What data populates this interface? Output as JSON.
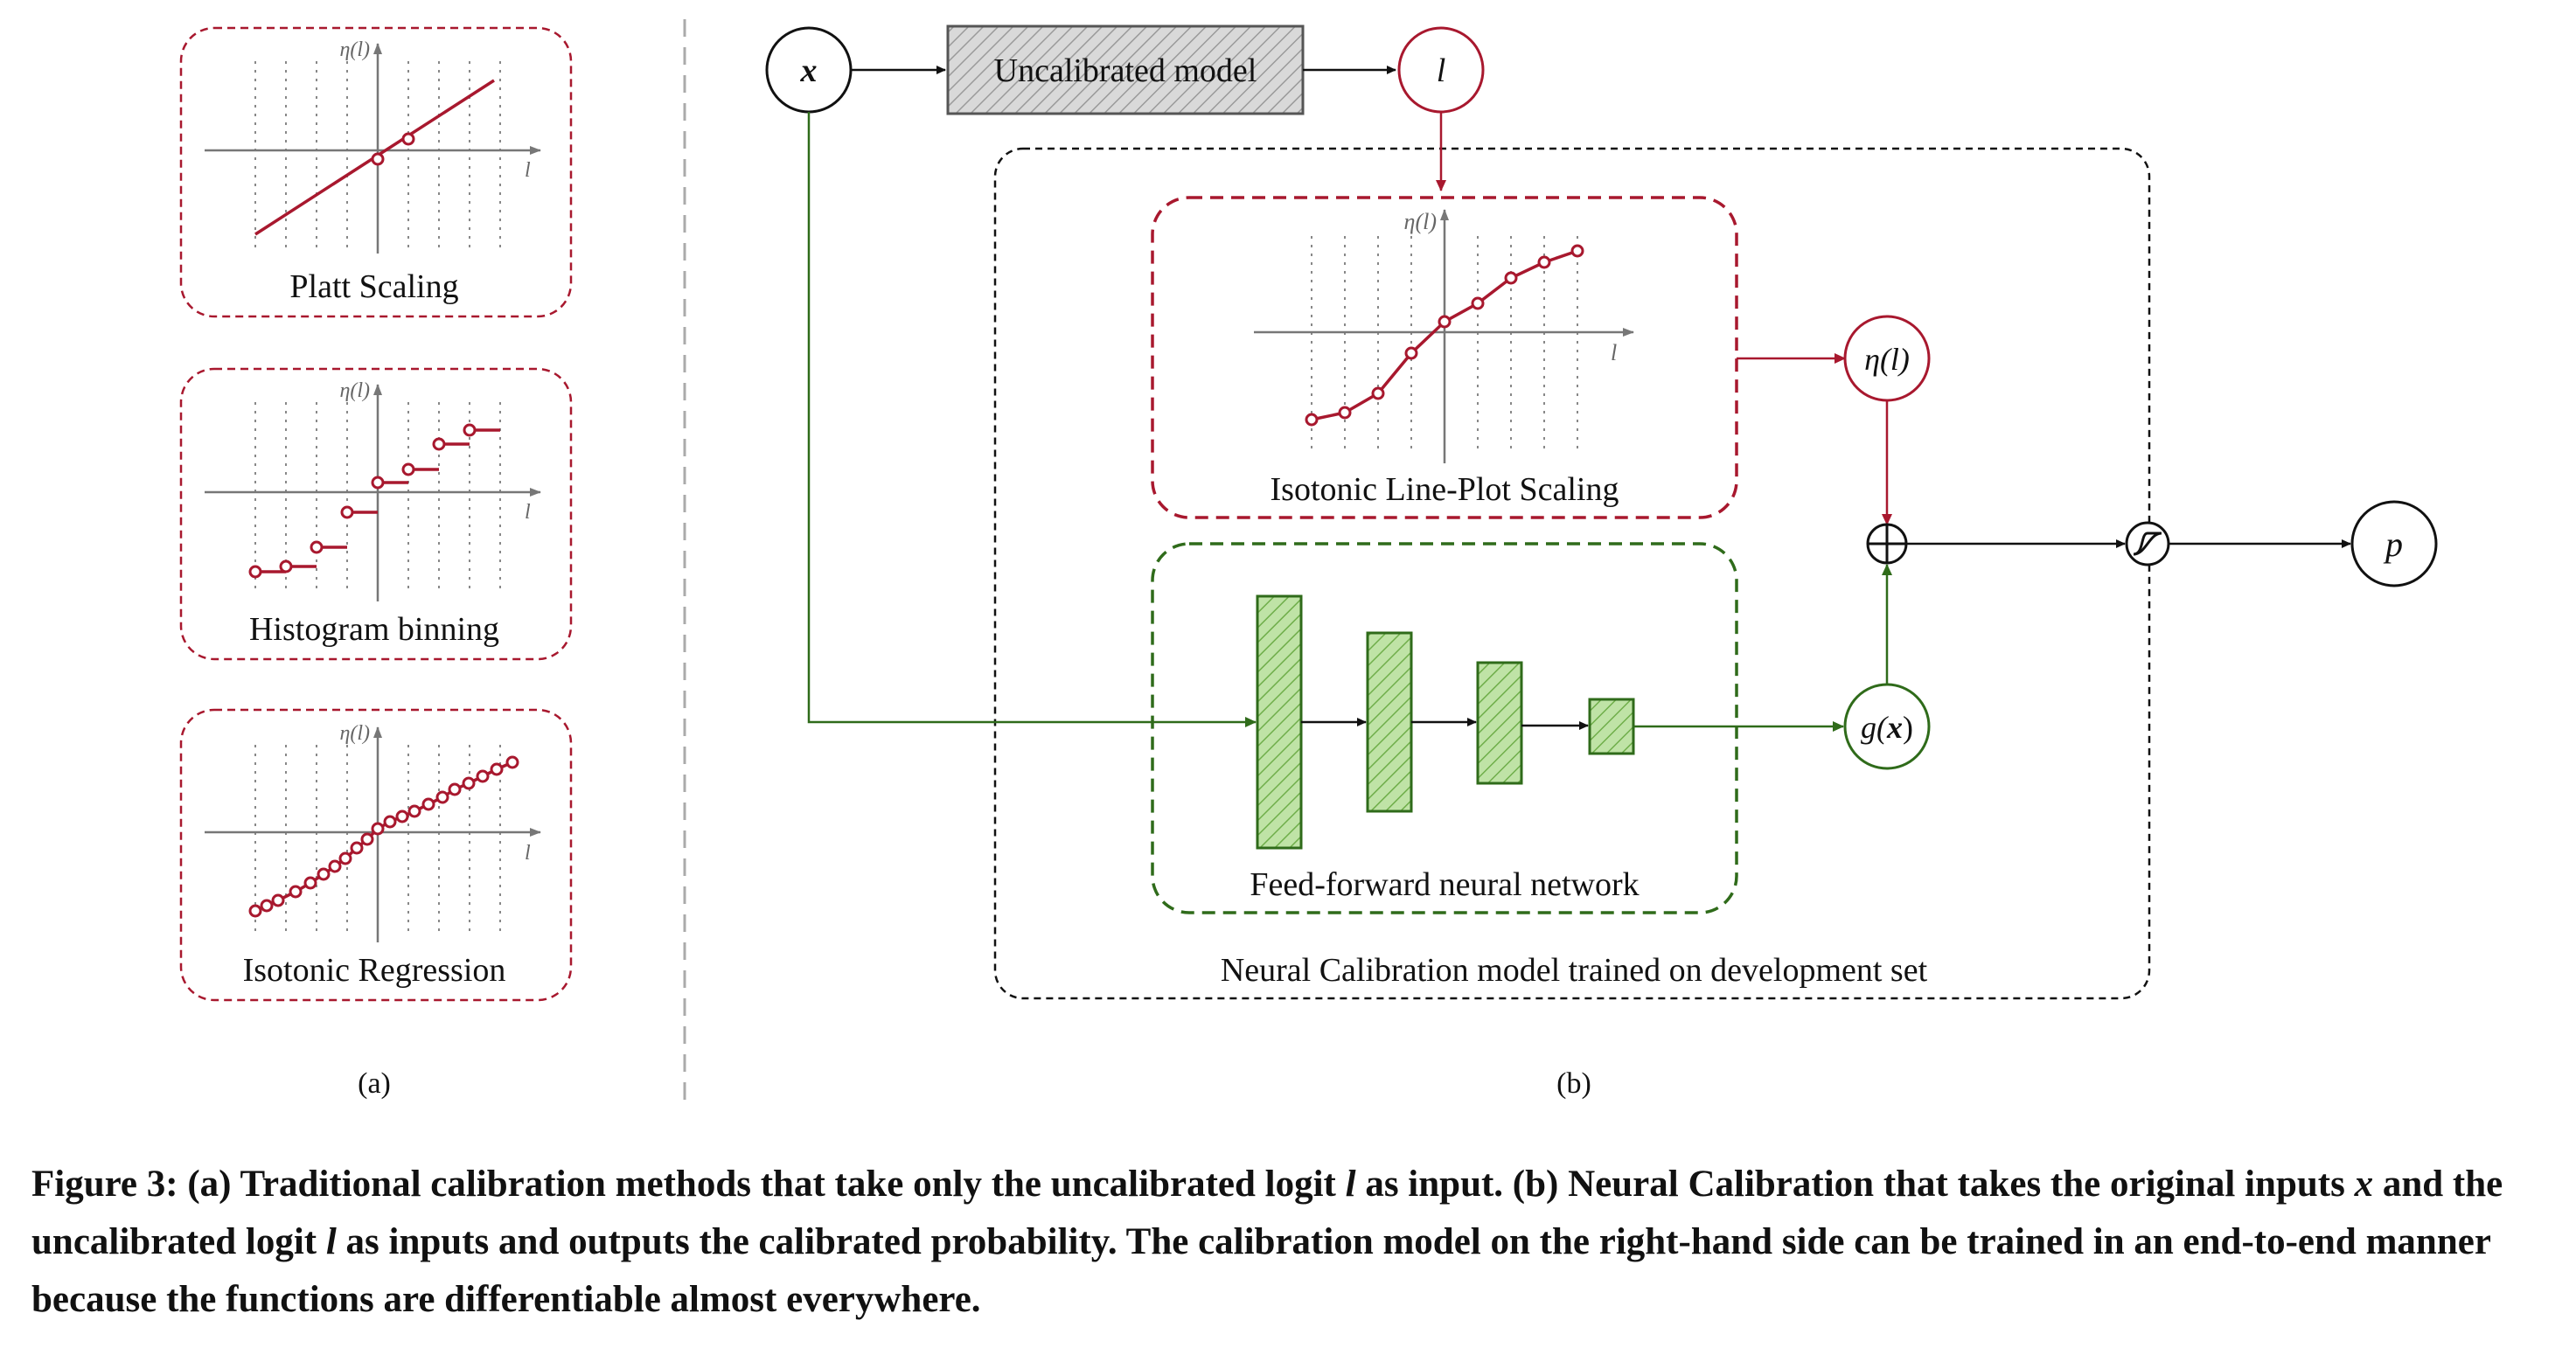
{
  "colors": {
    "red": "#a8182e",
    "green": "#2f6b1a",
    "green_fill": "#a8d58a",
    "gray_fill": "#d9d9d9",
    "black": "#111111"
  },
  "panel_a": {
    "label": "(a)",
    "axis_y_label": "η(l)",
    "axis_x_label": "l",
    "methods": [
      {
        "label": "Platt Scaling"
      },
      {
        "label": "Histogram binning"
      },
      {
        "label": "Isotonic Regression"
      }
    ]
  },
  "panel_b": {
    "label": "(b)",
    "input_node": "x",
    "uncalibrated_model": "Uncalibrated model",
    "logit_node": "l",
    "isotonic_box_label": "Isotonic Line-Plot Scaling",
    "axis_y_label": "η(l)",
    "axis_x_label": "l",
    "eta_node": "η(l)",
    "ffnn_box_label": "Feed-forward neural network",
    "g_node_prefix": "g(",
    "g_node_var": "x",
    "g_node_suffix": ")",
    "output_node": "p",
    "outer_box_label": "Neural Calibration model trained on development set"
  },
  "caption": {
    "p1": "Figure 3: (a) Traditional calibration methods that take only the uncalibrated logit ",
    "v1": "l",
    "p2": " as input. (b) Neural Calibration that takes the original inputs ",
    "v2": "x",
    "p3": " and the uncalibrated logit ",
    "v3": "l",
    "p4": " as inputs and outputs the calibrated probability. The calibration model on the right-hand side can be trained in an end-to-end manner because the functions are differentiable almost everywhere."
  }
}
